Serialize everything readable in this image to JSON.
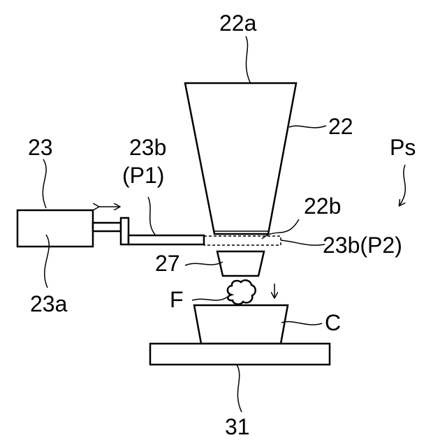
{
  "labels": {
    "hopper_top": "22a",
    "hopper": "22",
    "hopper_outlet": "22b",
    "pusher_unit": "23",
    "pusher_body": "23a",
    "rod_first_position_a": "23b",
    "rod_first_position_b": "(P1)",
    "rod_second_position": "23b(P2)",
    "supply_position": "Ps",
    "guide": "27",
    "food": "F",
    "container": "C",
    "table": "31"
  }
}
